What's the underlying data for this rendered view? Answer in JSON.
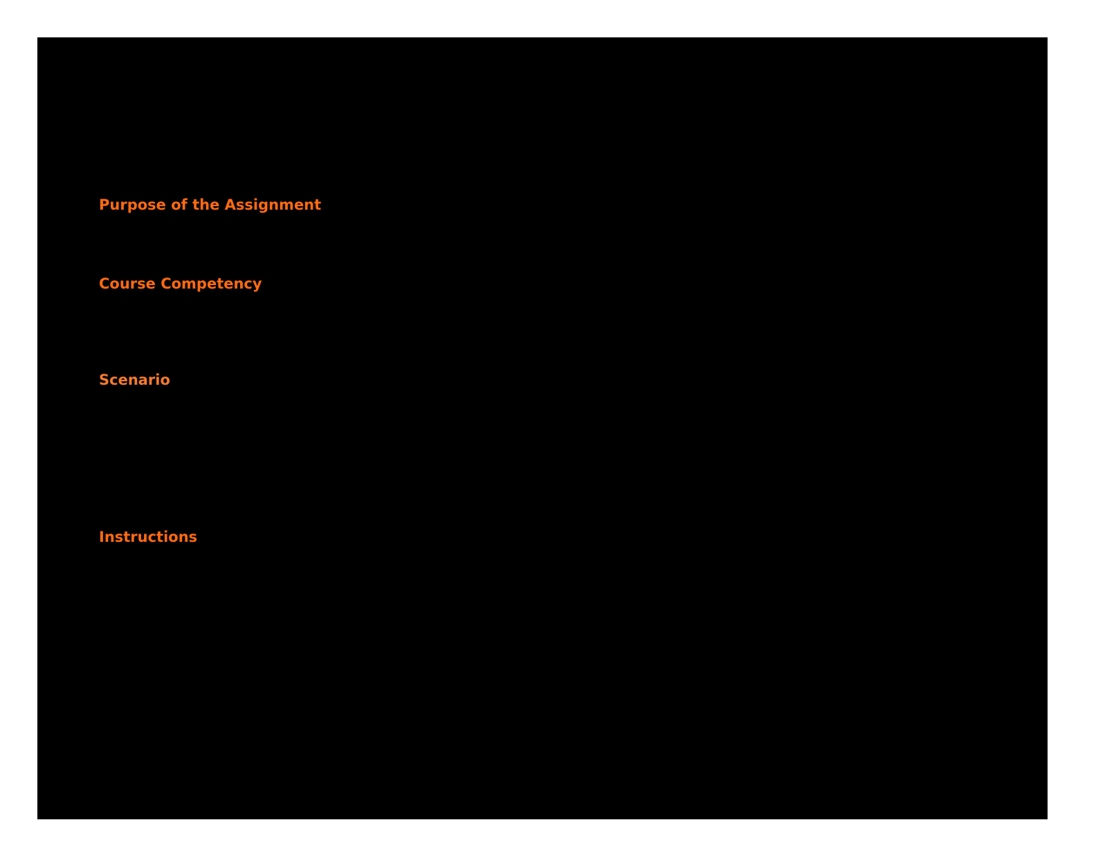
{
  "document": {
    "background_color": "#000000",
    "page_margin_color": "#ffffff",
    "accent_color": "#ff6a13",
    "sections": [
      {
        "heading": "Purpose of the Assignment"
      },
      {
        "heading": "Course Competency"
      },
      {
        "heading": "Scenario"
      },
      {
        "heading": "Instructions"
      }
    ]
  }
}
